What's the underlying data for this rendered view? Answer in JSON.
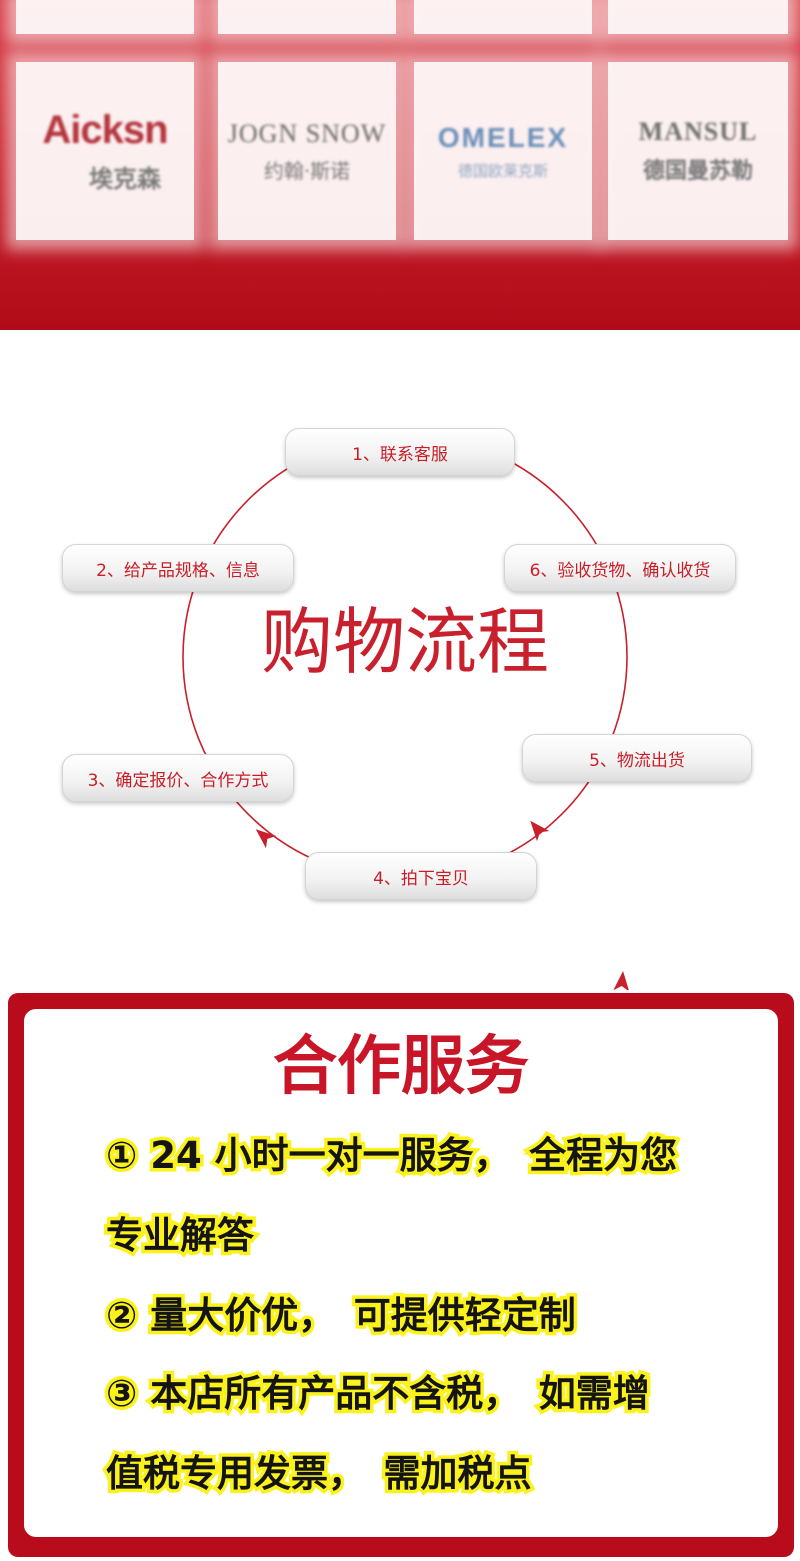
{
  "brands": [
    {
      "name": "Aicksn",
      "cn": "埃克森"
    },
    {
      "name": "JOGN SNOW",
      "cn": "约翰·斯诺"
    },
    {
      "name": "OMELEX",
      "cn": "德国欧莱克斯"
    },
    {
      "name": "MANSUL",
      "cn": "德国曼苏勒"
    }
  ],
  "process": {
    "title": "购物流程",
    "steps": [
      "1、联系客服",
      "2、给产品规格、信息",
      "3、确定报价、合作方式",
      "4、拍下宝贝",
      "5、物流出货",
      "6、验收货物、确认收货"
    ]
  },
  "service": {
    "title": "合作服务",
    "lines": [
      "① 24 小时一对一服务，　全程为您",
      "专业解答",
      "② 量大价优，　可提供轻定制",
      "③ 本店所有产品不含税，　如需增",
      "值税专用发票，　需加税点"
    ]
  },
  "colors": {
    "brand_red": "#c8202c",
    "highlight_yellow": "#fbf21c"
  }
}
